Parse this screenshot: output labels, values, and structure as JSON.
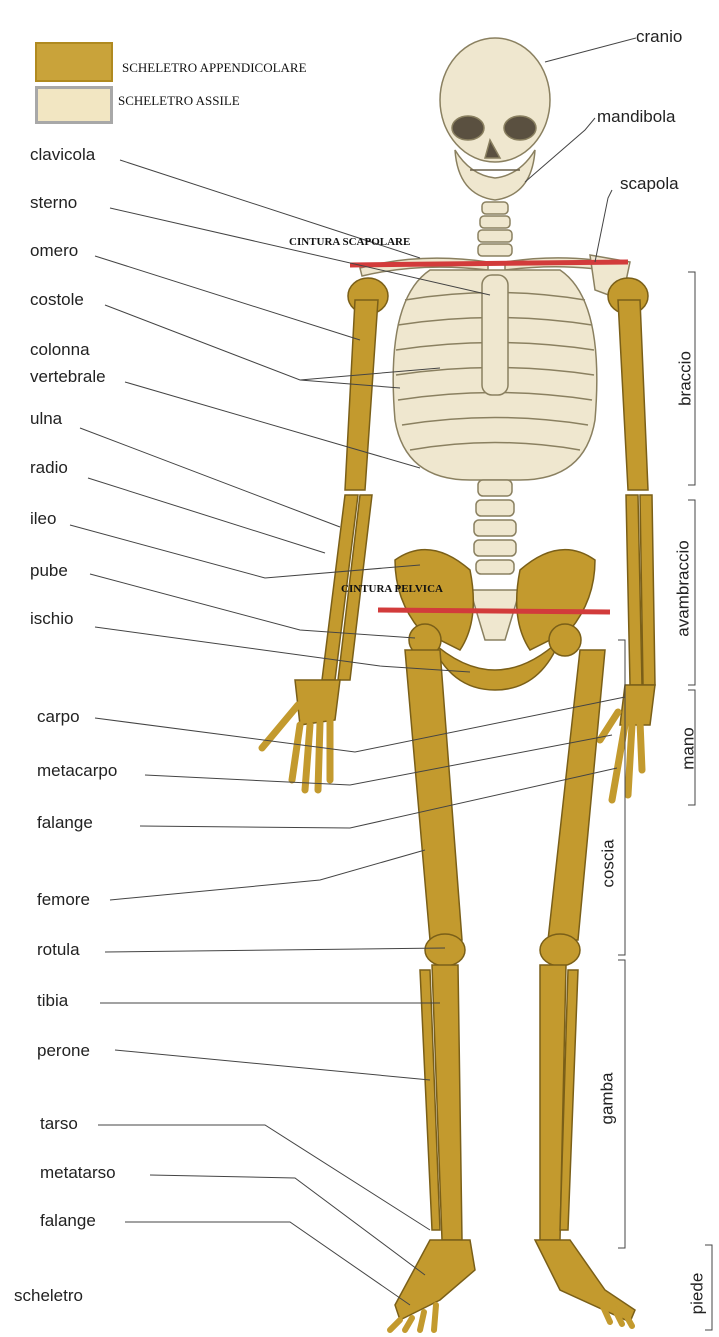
{
  "legend": {
    "appendicular": {
      "label": "SCHELETRO APPENDICOLARE",
      "color": "#c9a33a"
    },
    "axial": {
      "label": "SCHELETRO ASSILE",
      "color": "#f2e6c2"
    }
  },
  "colors": {
    "bone_appendicular": "#c39a2e",
    "bone_axial": "#efe7cf",
    "girdle_line": "#d23b3b",
    "leader": "#444444"
  },
  "girdles": {
    "shoulder": "CINTURA SCAPOLARE",
    "pelvic": "CINTURA PELVICA"
  },
  "labels_left": {
    "clavicola": "clavicola",
    "sterno": "sterno",
    "omero": "omero",
    "costole": "costole",
    "colonna": "colonna",
    "vertebrale": "vertebrale",
    "ulna": "ulna",
    "radio": "radio",
    "ileo": "ileo",
    "pube": "pube",
    "ischio": "ischio",
    "carpo": "carpo",
    "metacarpo": "metacarpo",
    "falange_mano": "falange",
    "femore": "femore",
    "rotula": "rotula",
    "tibia": "tibia",
    "perone": "perone",
    "tarso": "tarso",
    "metatarso": "metatarso",
    "falange_piede": "falange"
  },
  "labels_right": {
    "cranio": "cranio",
    "mandibola": "mandibola",
    "scapola": "scapola"
  },
  "regions": {
    "braccio": "braccio",
    "avambraccio": "avambraccio",
    "mano": "mano",
    "coscia": "coscia",
    "gamba": "gamba",
    "piede": "piede"
  },
  "caption": "scheletro"
}
